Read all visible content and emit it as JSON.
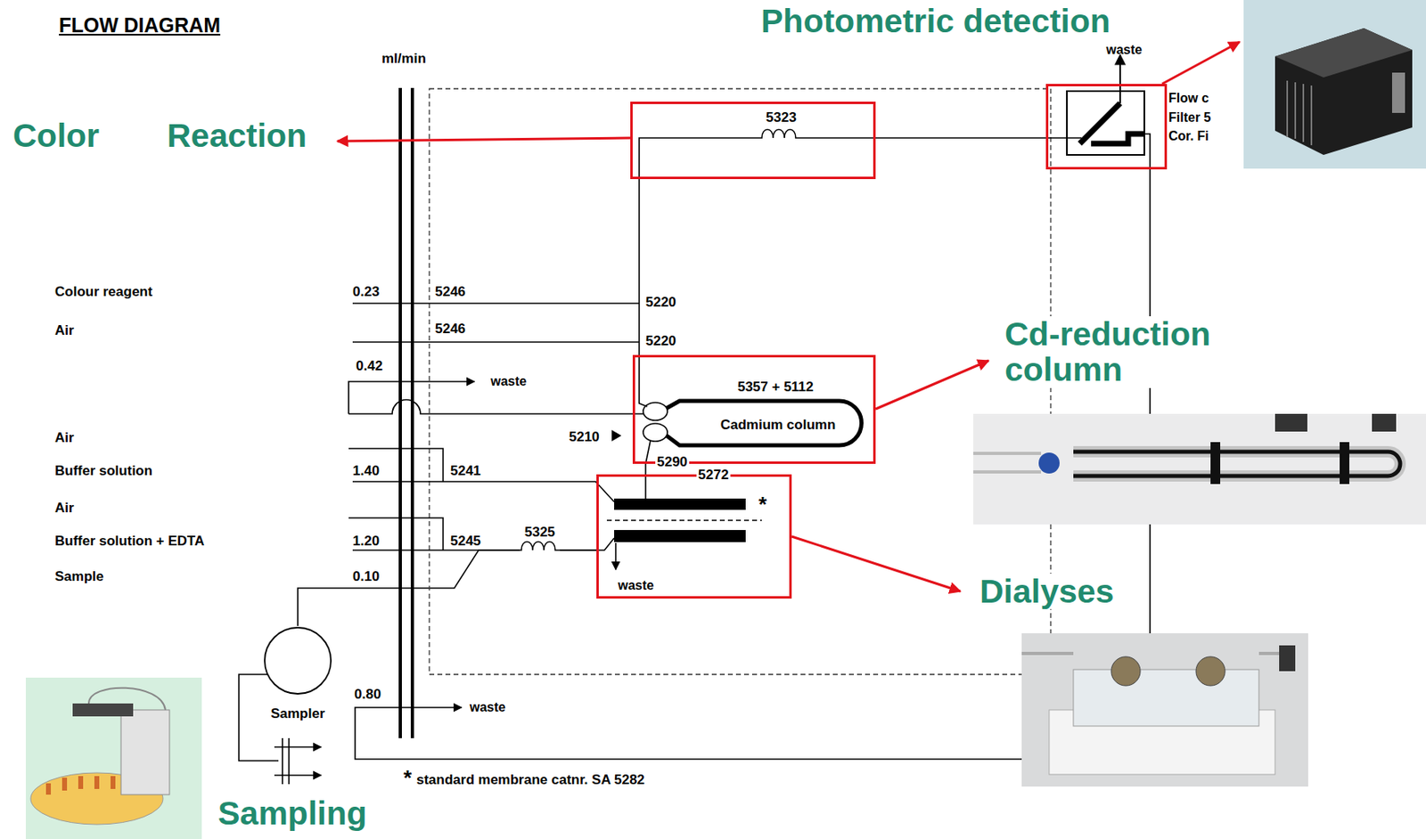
{
  "diagram": {
    "title": "FLOW DIAGRAM",
    "nodes": [
      {
        "text": [
          "5323"
        ]
      },
      {
        "text": [
          "waste"
        ]
      },
      {
        "text": [
          "5357 + 5112",
          "Cadmium column"
        ]
      },
      {
        "text": [
          "5272",
          "*",
          "waste"
        ]
      },
      {
        "text": [
          "Sampler"
        ]
      }
    ],
    "edges": [
      {
        "from": 4,
        "to": 3,
        "arrow": "none"
      },
      {
        "from": 3,
        "to": 2,
        "arrow": "none"
      },
      {
        "from": 2,
        "to": 0,
        "arrow": "none"
      },
      {
        "from": 0,
        "to": 1,
        "arrow": "none"
      }
    ],
    "labels": [
      "Color",
      "Reaction",
      "Photometric detection",
      "Flow c",
      "Filter 5",
      "Cor. Fi",
      "ml/min",
      "Colour reagent",
      "Air",
      "Air",
      "Buffer solution",
      "Air",
      "Buffer solution + EDTA",
      "Sample",
      "0.23",
      "0.42",
      "1.40",
      "1.20",
      "0.10",
      "0.80",
      "5246",
      "5246",
      "5220",
      "5220",
      "waste",
      "5210",
      "5290",
      "5241",
      "5245",
      "5325",
      "Cd-reduction column",
      "Dialyses",
      "waste",
      "*",
      "standard membrane catnr. SA 5282",
      "Sampling"
    ]
  }
}
